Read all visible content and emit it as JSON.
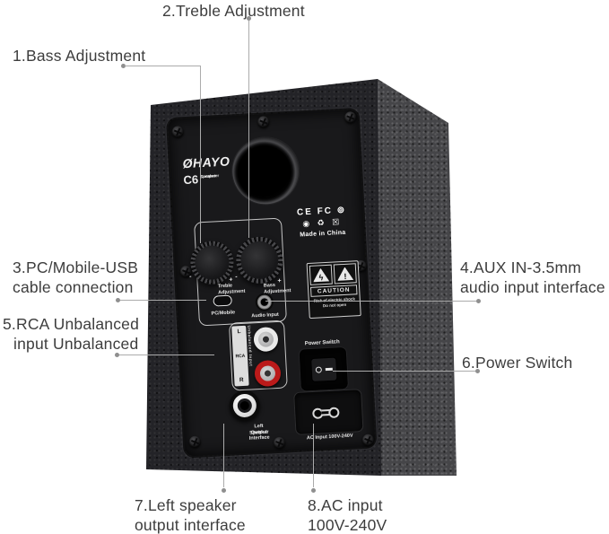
{
  "annotations": {
    "ann1": {
      "text": "1.Bass Adjustment"
    },
    "ann2": {
      "text": "2.Treble Adjustment"
    },
    "ann3": {
      "line1": "3.PC/Mobile-USB",
      "line2": "cable connection"
    },
    "ann4": {
      "line1": "4.AUX IN-3.5mm",
      "line2": "audio input interface"
    },
    "ann5": {
      "line1": "5.RCA Unbalanced",
      "line2": "input Unbalanced"
    },
    "ann6": {
      "text": "6.Power Switch"
    },
    "ann7": {
      "line1": "7.Left speaker",
      "line2": "output interface"
    },
    "ann8": {
      "line1": "8.AC input",
      "line2": "100V-240V"
    }
  },
  "speaker": {
    "brand": "ØHAYO",
    "model": "C6",
    "model_desc1": "Computer",
    "model_desc2": "Speaker",
    "certs": {
      "row1": "CE FC ⊚",
      "row2": "◉ ♻ ☒",
      "made_in": "Made in China"
    },
    "caution": {
      "bolt": "ϟ",
      "excl": "!",
      "title": "CAUTION",
      "line1": "Risk of electric shock",
      "line2": "Do not open"
    },
    "knobs": {
      "treble": {
        "minus": "-",
        "plus": "+",
        "line1": "Treble",
        "line2": "Adjustment"
      },
      "bass": {
        "minus": "-",
        "plus": "+",
        "line1": "Bass",
        "line2": "Adjustment"
      }
    },
    "usb_label": "PC/Mobile",
    "audio_label": "Audio Input",
    "rca": {
      "top": "L",
      "mid": "RCA",
      "bottom": "R",
      "side": "Unbalanced Input"
    },
    "power_label": "Power Switch",
    "output_line1": "Left Speaker",
    "output_line2": "Output Interface",
    "ac_label": "AC Input 100V-240V"
  },
  "colors": {
    "rca_red": "#bb1a1a",
    "annotation_line": "#ababab",
    "annotation_text": "#3d3d3d"
  }
}
